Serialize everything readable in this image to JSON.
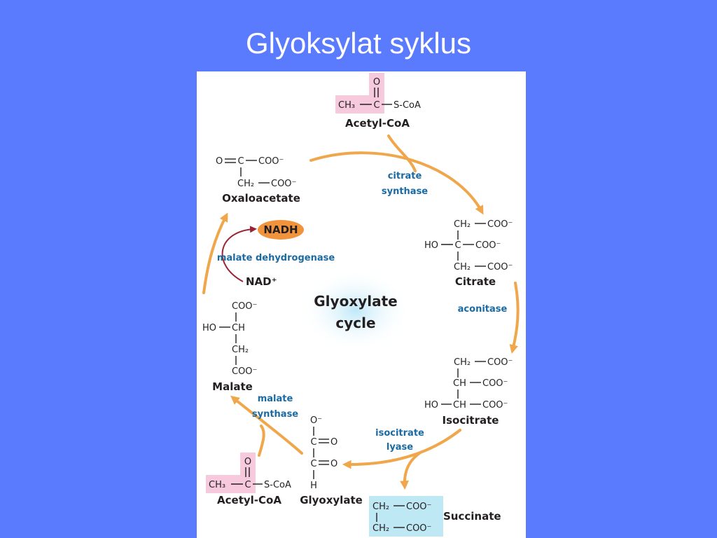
{
  "slide": {
    "title": "Glyoksylat syklus"
  },
  "diagram": {
    "center_label_line1": "Glyoxylate",
    "center_label_line2": "cycle",
    "colors": {
      "background": "#5a7bfd",
      "arrow": "#f0a64a",
      "enzyme_text": "#1a6aa4",
      "nadh_fill": "#f0933c",
      "acetyl_highlight": "#f6c9dc",
      "succinate_highlight": "#bfe8f5",
      "nad_arrow": "#9b2335"
    },
    "acetyl_coa_top": {
      "o": "O",
      "ch3": "CH₃",
      "c": "C",
      "scoa": "S-CoA",
      "name": "Acetyl-CoA"
    },
    "citrate": {
      "r1a": "CH₂",
      "r1b": "COO⁻",
      "r2a": "HO",
      "r2b": "C",
      "r2c": "COO⁻",
      "r3a": "CH₂",
      "r3b": "COO⁻",
      "name": "Citrate"
    },
    "isocitrate": {
      "r1a": "CH₂",
      "r1b": "COO⁻",
      "r2a": "CH",
      "r2b": "COO⁻",
      "r3a": "HO",
      "r3b": "CH",
      "r3c": "COO⁻",
      "name": "Isocitrate"
    },
    "succinate": {
      "r1a": "CH₂",
      "r1b": "COO⁻",
      "r2a": "CH₂",
      "r2b": "COO⁻",
      "name": "Succinate"
    },
    "glyoxylate": {
      "o": "O⁻",
      "c1": "C",
      "o1": "O",
      "c2": "C",
      "o2": "O",
      "h": "H",
      "name": "Glyoxylate"
    },
    "acetyl_coa_bottom": {
      "o": "O",
      "ch3": "CH₃",
      "c": "C",
      "scoa": "S-CoA",
      "name": "Acetyl-CoA"
    },
    "malate": {
      "r1": "COO⁻",
      "r2a": "HO",
      "r2b": "CH",
      "r3": "CH₂",
      "r4": "COO⁻",
      "name": "Malate"
    },
    "oxaloacetate": {
      "r1a": "O",
      "r1b": "C",
      "r1c": "COO⁻",
      "r2a": "CH₂",
      "r2b": "COO⁻",
      "name": "Oxaloacetate"
    },
    "enzymes": {
      "citrate_synthase": [
        "citrate",
        "synthase"
      ],
      "aconitase": "aconitase",
      "isocitrate_lyase": [
        "isocitrate",
        "lyase"
      ],
      "malate_synthase": [
        "malate",
        "synthase"
      ],
      "malate_dehydrogenase": "malate dehydrogenase"
    },
    "cofactors": {
      "nadh": "NADH",
      "nad": "NAD⁺"
    }
  }
}
